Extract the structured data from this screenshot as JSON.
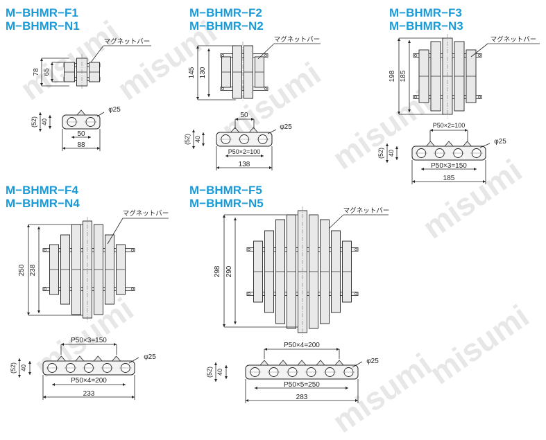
{
  "watermark": "misumi",
  "magnet_label": "マグネットバー",
  "diameter": "φ25",
  "models": [
    {
      "line1": "M−BHMR−F1",
      "line2": "M−BHMR−N1",
      "height_outer": "78",
      "height_inner": "65",
      "bar_height_ref": "(52)",
      "bar_height": "40",
      "pitch_top": "",
      "pitch_bottom": "50",
      "length": "88"
    },
    {
      "line1": "M−BHMR−F2",
      "line2": "M−BHMR−N2",
      "height_outer": "145",
      "height_inner": "130",
      "bar_height_ref": "(52)",
      "bar_height": "40",
      "pitch_top": "50",
      "pitch_bottom": "P50×2=100",
      "length": "138"
    },
    {
      "line1": "M−BHMR−F3",
      "line2": "M−BHMR−N3",
      "height_outer": "198",
      "height_inner": "185",
      "bar_height_ref": "(52)",
      "bar_height": "40",
      "pitch_top": "P50×2=100",
      "pitch_bottom": "P50×3=150",
      "length": "185"
    },
    {
      "line1": "M−BHMR−F4",
      "line2": "M−BHMR−N4",
      "height_outer": "250",
      "height_inner": "238",
      "bar_height_ref": "(52)",
      "bar_height": "40",
      "pitch_top": "P50×3=150",
      "pitch_bottom": "P50×4=200",
      "length": "233"
    },
    {
      "line1": "M−BHMR−F5",
      "line2": "M−BHMR−N5",
      "height_outer": "298",
      "height_inner": "290",
      "bar_height_ref": "(52)",
      "bar_height": "40",
      "pitch_top": "P50×4=200",
      "pitch_bottom": "P50×5=250",
      "length": "283"
    }
  ]
}
